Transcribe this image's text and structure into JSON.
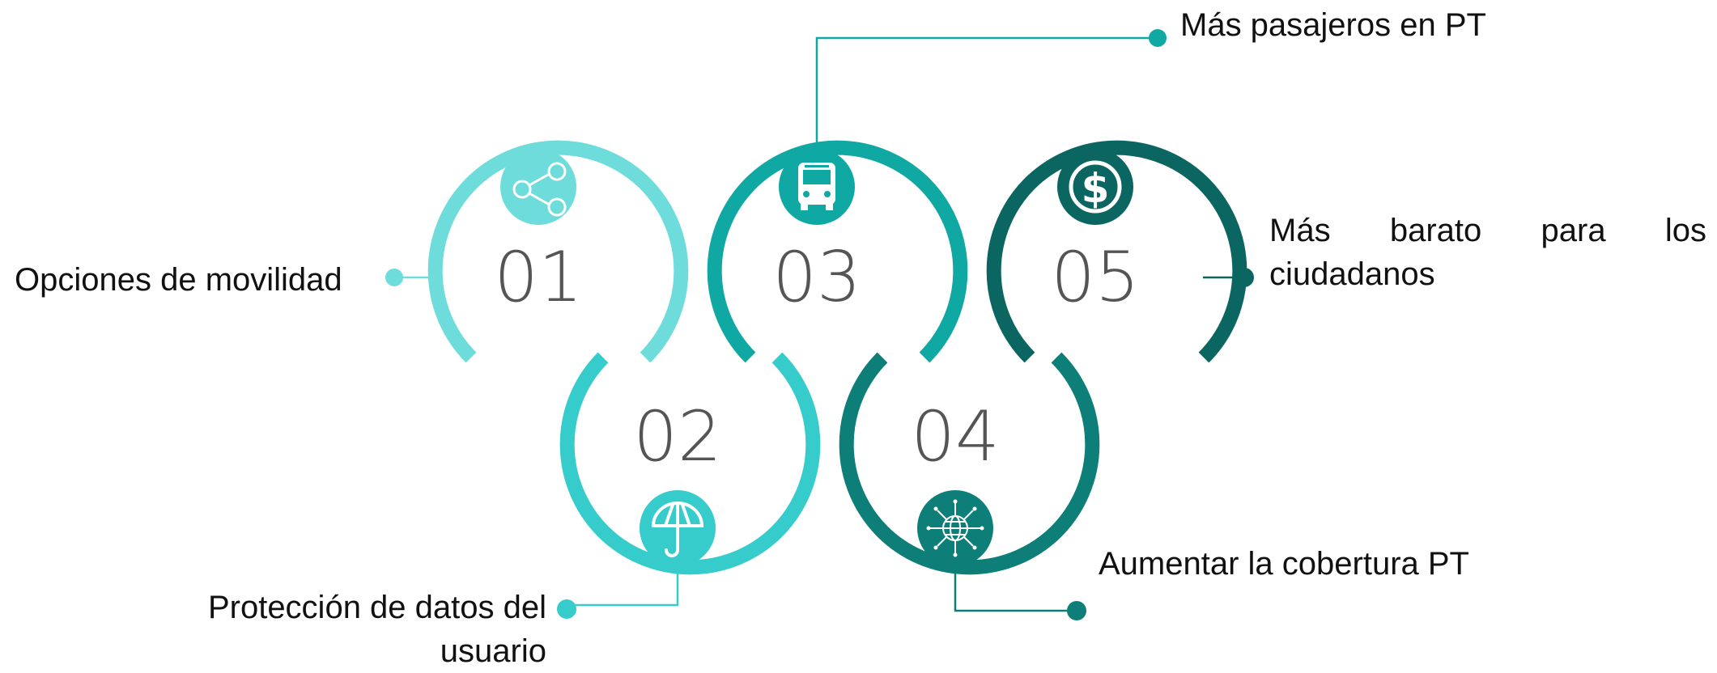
{
  "steps": [
    {
      "number": "01",
      "label": "Opciones de movilidad",
      "icon": "share-icon",
      "color": "#6fdcdc"
    },
    {
      "number": "02",
      "label": "Protección de datos del usuario",
      "icon": "umbrella-icon",
      "color": "#36cccc"
    },
    {
      "number": "03",
      "label": "Más pasajeros en PT",
      "icon": "bus-icon",
      "color": "#0fa8a3"
    },
    {
      "number": "04",
      "label": "Aumentar la cobertura PT",
      "icon": "globe-network-icon",
      "color": "#0d7f78"
    },
    {
      "number": "05",
      "label": "Más barato para los ciudadanos",
      "icon": "dollar-icon",
      "color": "#0b6661"
    }
  ]
}
